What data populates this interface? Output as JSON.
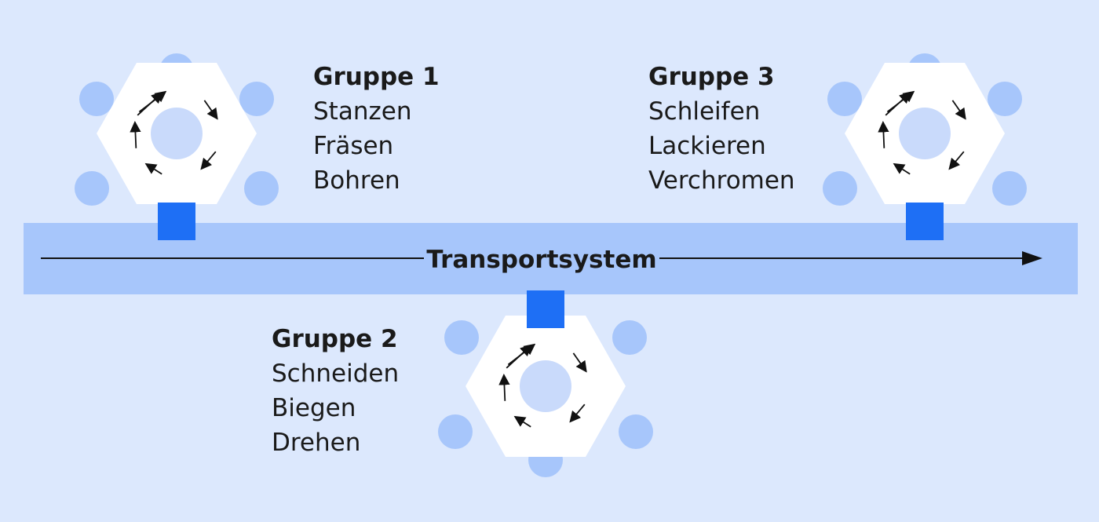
{
  "colors": {
    "background": "#dce8fd",
    "transport_band": "#a7c6fb",
    "satellite_circle": "#a7c6fb",
    "hexagon": "#ffffff",
    "center_circle": "#c9dafb",
    "port": "#1e6ff5",
    "arrow": "#111111"
  },
  "transport": {
    "label": "Transportsystem"
  },
  "groups": [
    {
      "title": "Gruppe 1",
      "items": [
        "Stanzen",
        "Fräsen",
        "Bohren"
      ]
    },
    {
      "title": "Gruppe 2",
      "items": [
        "Schneiden",
        "Biegen",
        "Drehen"
      ]
    },
    {
      "title": "Gruppe 3",
      "items": [
        "Schleifen",
        "Lackieren",
        "Verchromen"
      ]
    }
  ]
}
